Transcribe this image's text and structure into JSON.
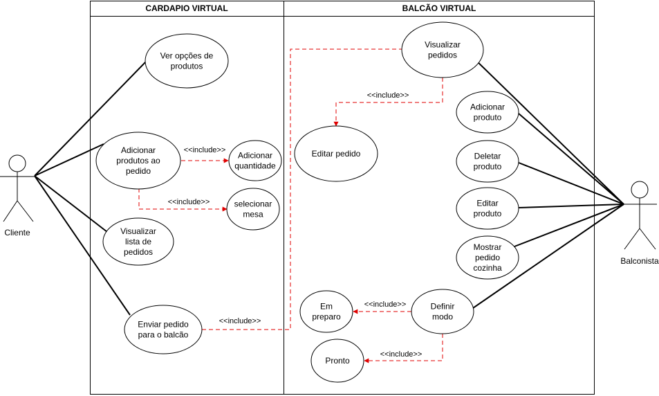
{
  "colors": {
    "include_arrow": "#e00000",
    "line": "#000000"
  },
  "boundaries": {
    "left_title": "CARDAPIO VIRTUAL",
    "right_title": "BALCÃO VIRTUAL"
  },
  "actors": {
    "cliente": "Cliente",
    "balconista": "Balconista"
  },
  "use_cases": {
    "ver_opcoes": [
      "Ver opções de",
      "produtos"
    ],
    "adicionar_produtos": [
      "Adicionar",
      "produtos ao",
      "pedido"
    ],
    "adicionar_quantidade": [
      "Adicionar",
      "quantidade"
    ],
    "selecionar_mesa": [
      "selecionar",
      "mesa"
    ],
    "visualizar_lista": [
      "Visualizar",
      "lista de",
      "pedidos"
    ],
    "enviar_pedido": [
      "Enviar pedido",
      "para o balcão"
    ],
    "visualizar_pedidos": [
      "Visualizar",
      "pedidos"
    ],
    "editar_pedido": [
      "Editar pedido"
    ],
    "adicionar_produto": [
      "Adicionar",
      "produto"
    ],
    "deletar_produto": [
      "Deletar",
      "produto"
    ],
    "editar_produto": [
      "Editar",
      "produto"
    ],
    "mostrar_pedido": [
      "Mostrar",
      "pedido",
      "cozinha"
    ],
    "definir_modo": [
      "Definir",
      "modo"
    ],
    "em_preparo": [
      "Em",
      "preparo"
    ],
    "pronto": [
      "Pronto"
    ]
  },
  "include_label": "<<include>>"
}
